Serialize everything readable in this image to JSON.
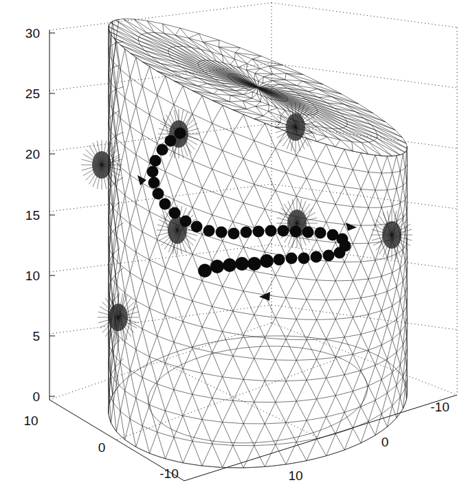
{
  "diagram": {
    "labels": [
      "30",
      "25",
      "20",
      "15",
      "10",
      "5",
      "0",
      "10",
      "0",
      "-10",
      "10",
      "0",
      "-10"
    ]
  }
}
